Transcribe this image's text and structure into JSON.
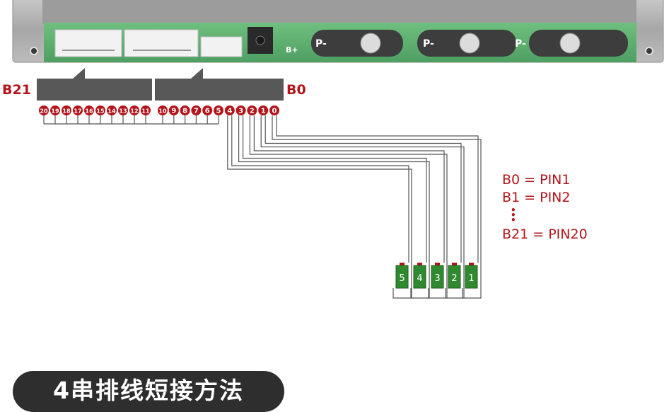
{
  "header": {
    "left_label": "B21",
    "right_label": "B0"
  },
  "board": {
    "silkscreen": [
      "P-",
      "P-",
      "P-",
      "B+"
    ]
  },
  "pins": [
    "20",
    "19",
    "18",
    "17",
    "16",
    "15",
    "14",
    "13",
    "12",
    "11",
    "10",
    "9",
    "8",
    "7",
    "6",
    "5",
    "4",
    "3",
    "2",
    "1",
    "0"
  ],
  "cells": [
    "5",
    "4",
    "3",
    "2",
    "1"
  ],
  "legend": {
    "line1": "B0 = PIN1",
    "line2": "B1 = PIN2",
    "line3": "B21 = PIN20"
  },
  "banner": {
    "title": "4串排线短接方法"
  },
  "colors": {
    "accent": "#b3151b",
    "cell": "#2f8a2f",
    "cable": "#555555",
    "banner": "#2e2e2e"
  }
}
